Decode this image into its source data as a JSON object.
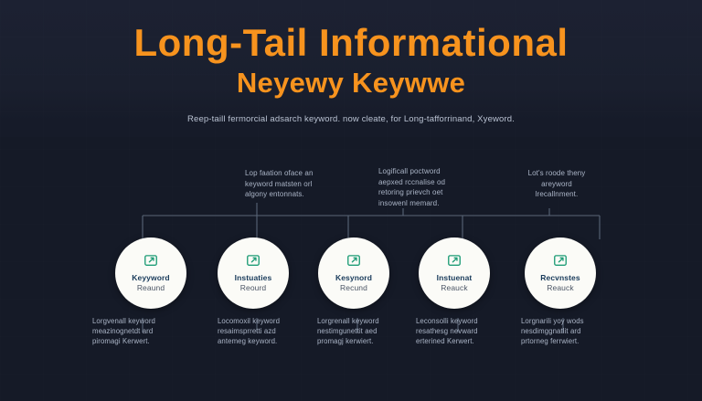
{
  "header": {
    "title_line1": "Long-Tail  Informational",
    "title_line2": "Neyewy Keywwe",
    "subtitle": "Reep-taill fermorcial adsarch keyword. now cleate, for Long-tafforrinand, Xyeword.",
    "accent_color": "#f7931e"
  },
  "theme": {
    "background": "#1b2030",
    "panel_background": "#151a27",
    "node_fill": "#fbfbf7",
    "node_title_color": "#183a5a",
    "node_sub_color": "#4b5565",
    "icon_color": "#1f9d77",
    "connector_color": "#5a6577",
    "body_text_color": "#aab4c6"
  },
  "annotations": [
    {
      "id": "annotation-1",
      "lines": [
        "Lop faation oface an",
        "keyword matsten orl",
        "algony entonnats."
      ]
    },
    {
      "id": "annotation-2",
      "lines": [
        "Logificall poctword",
        "aepxed rccnalise od",
        "retoring prievch oet",
        "insowenl memard."
      ]
    },
    {
      "id": "annotation-3",
      "lines": [
        "Lot's roode theny",
        "areyword",
        "lrecallnment."
      ]
    }
  ],
  "nodes": [
    {
      "icon": "external-link-square-icon",
      "title": "Keyyword",
      "subtitle": "Reaund"
    },
    {
      "icon": "external-link-square-icon",
      "title": "Instuaties",
      "subtitle": "Reourd"
    },
    {
      "icon": "external-link-square-icon",
      "title": "Kesynord",
      "subtitle": "Recund"
    },
    {
      "icon": "external-link-square-icon",
      "title": "Instuenat",
      "subtitle": "Reauck"
    },
    {
      "icon": "external-link-square-icon",
      "title": "Recvnstes",
      "subtitle": "Reauck"
    }
  ],
  "captions": [
    {
      "lines": [
        "Lorgvenall keyword",
        "meazinognetdt ard",
        "piromagi Kerwert."
      ]
    },
    {
      "lines": [
        "Locomoxil keyword",
        "resaimsprretti azd",
        "antemeg keyword."
      ]
    },
    {
      "lines": [
        "Lorgrenall keyword",
        "nestimgunettit aed",
        "promagj kerwiert."
      ]
    },
    {
      "lines": [
        "Leconsolli keyword",
        "resathesg nevward",
        "erterined Kerwert."
      ]
    },
    {
      "lines": [
        "Lorgnarili yoy wods",
        "nesdimggnatlit ard",
        "prtorneg ferrwiert."
      ]
    }
  ]
}
